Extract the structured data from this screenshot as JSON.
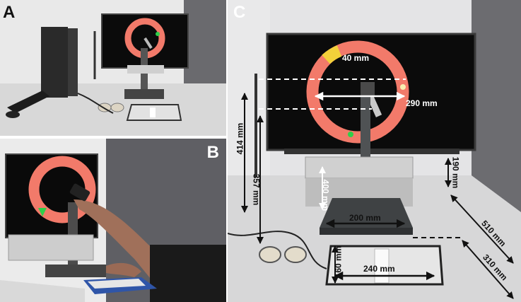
{
  "panels": [
    {
      "label": "A"
    },
    {
      "label": "B"
    },
    {
      "label": "C"
    }
  ],
  "dimensions": {
    "target_size": "40 mm",
    "ring_diameter": "290 mm",
    "stand_height": "414 mm",
    "screen_height": "357 mm",
    "arm_length": "400 mm",
    "base_width": "200 mm",
    "riser_height": "190 mm",
    "table_depth": "510 mm",
    "pad_distance": "310 mm",
    "pad_depth": "160 mm",
    "pad_width": "240 mm"
  },
  "colors": {
    "ring": "#f27a6a",
    "target_yellow": "#f3d13a",
    "marker_green": "#2fcf4a",
    "screen": "#0b0b0b",
    "wall": "#6e6e72"
  }
}
